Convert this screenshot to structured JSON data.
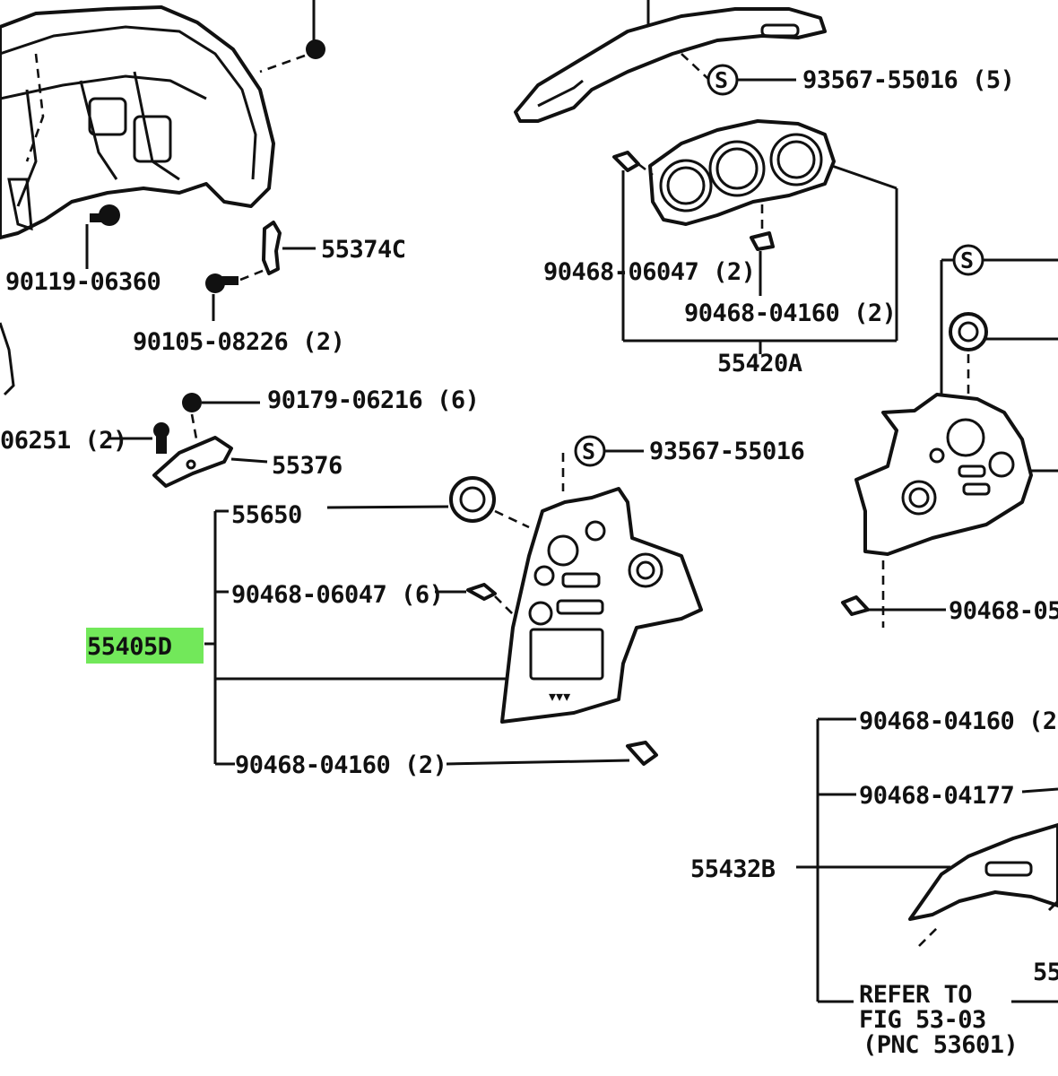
{
  "labels": {
    "p93567_55016_top": "93567-55016 (5)",
    "p55374C": "55374C",
    "p90119_06360": "90119-06360",
    "p90105_08226": "90105-08226 (2)",
    "p90468_06047_top": "90468-06047 (2)",
    "p90468_04160_top": "90468-04160 (2)",
    "p55420A": "55420A",
    "p90179_06216": "90179-06216 (6)",
    "p06251": "06251 (2)",
    "p55376": "55376",
    "p93567_55016_mid": "93567-55016",
    "p55650": "55650",
    "p90468_06047_mid": "90468-06047 (6)",
    "p55405D": "55405D",
    "p90468_04160_bottom": "90468-04160 (2)",
    "p90468_05_right": "90468-05",
    "p90468_04160_right": "90468-04160 (2)",
    "p90468_04177": "90468-04177",
    "p55432B": "55432B",
    "refer_line1": "REFER TO",
    "refer_line2": "FIG 53-03",
    "refer_line3": "(PNC 53601)",
    "p55_cut": "55",
    "s_marker": "S"
  },
  "colors": {
    "highlight": "#72e85a",
    "ink": "#111111"
  }
}
